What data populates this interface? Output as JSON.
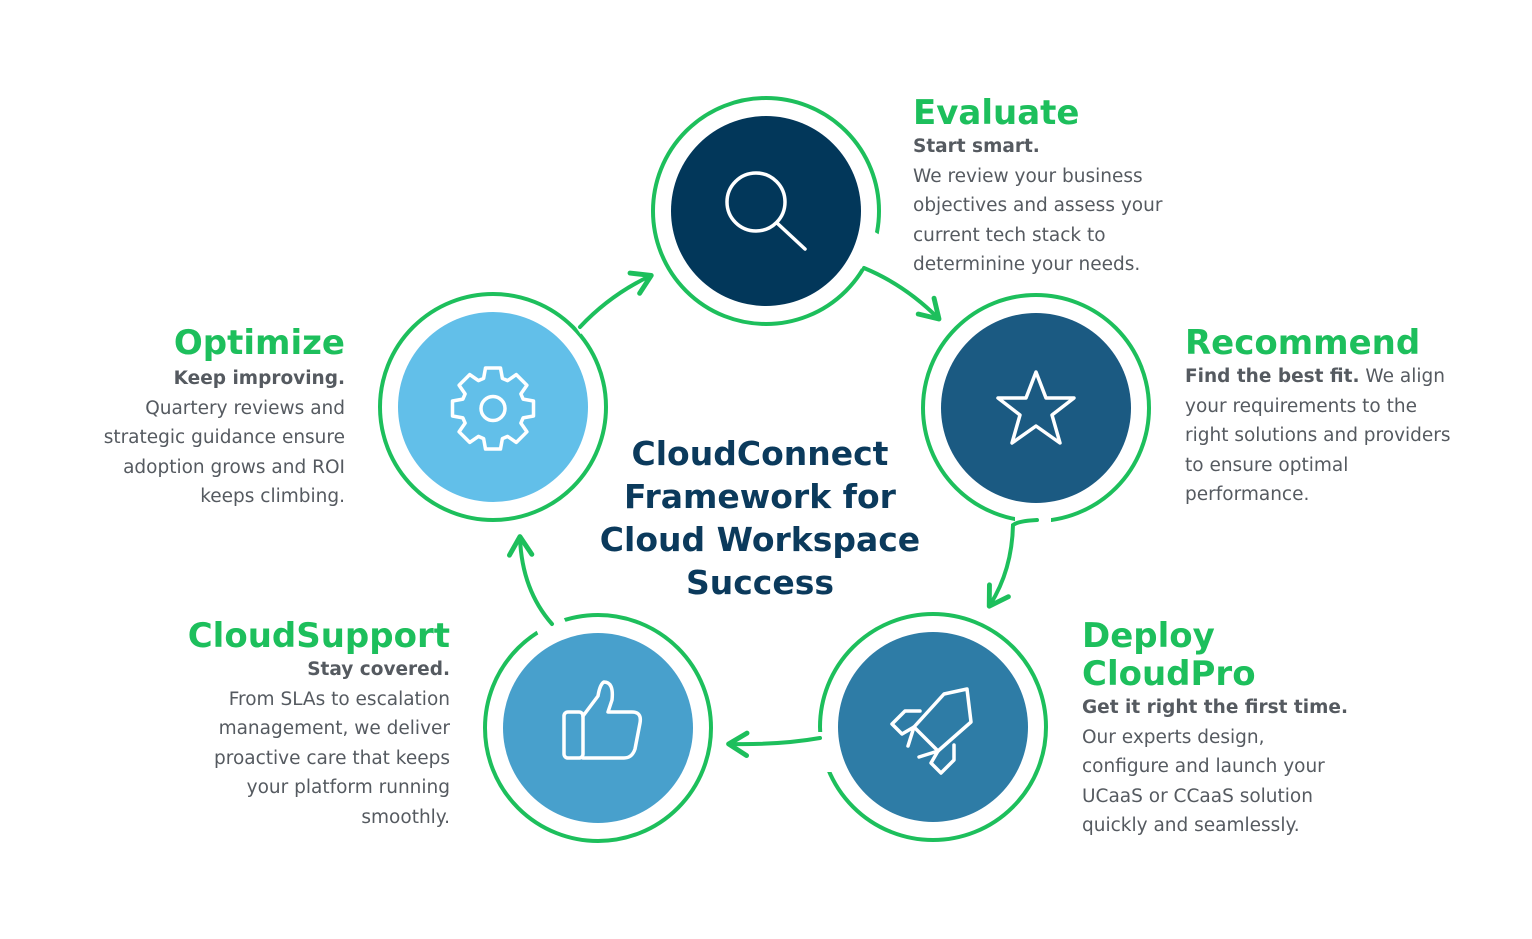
{
  "center_title": "CloudConnect\nFramework for\nCloud Workspace\nSuccess",
  "colors": {
    "green": "#1dbf5c",
    "navy": "#0b3a5c",
    "evaluate_fill": "#02375a",
    "recommend_fill": "#1b5a82",
    "deploy_fill": "#2e7ca6",
    "support_fill": "#48a0cc",
    "optimize_fill": "#62bfe9",
    "body_text": "#555a60"
  },
  "steps": {
    "evaluate": {
      "title": "Evaluate",
      "lead": "Start smart.",
      "body": "We review your business objectives and assess your current tech stack to determinine your needs.",
      "icon": "search-icon"
    },
    "recommend": {
      "title": "Recommend",
      "lead": "Find the best fit.",
      "body": " We align your requirements to the right solutions and providers to ensure optimal performance.",
      "icon": "star-icon"
    },
    "deploy": {
      "title": "Deploy\nCloudPro",
      "lead": "Get it right the first time.",
      "body": " Our experts design, configure and launch your UCaaS or CCaaS solution quickly and seamlessly.",
      "icon": "rocket-icon"
    },
    "support": {
      "title": "CloudSupport",
      "lead": "Stay covered.",
      "body": "From SLAs to escalation management, we deliver proactive care that keeps your platform running smoothly.",
      "icon": "thumbs-up-icon"
    },
    "optimize": {
      "title": "Optimize",
      "lead": "Keep improving.",
      "body": "Quartery reviews and strategic guidance ensure adoption grows and ROI keeps climbing.",
      "icon": "gear-icon"
    }
  }
}
